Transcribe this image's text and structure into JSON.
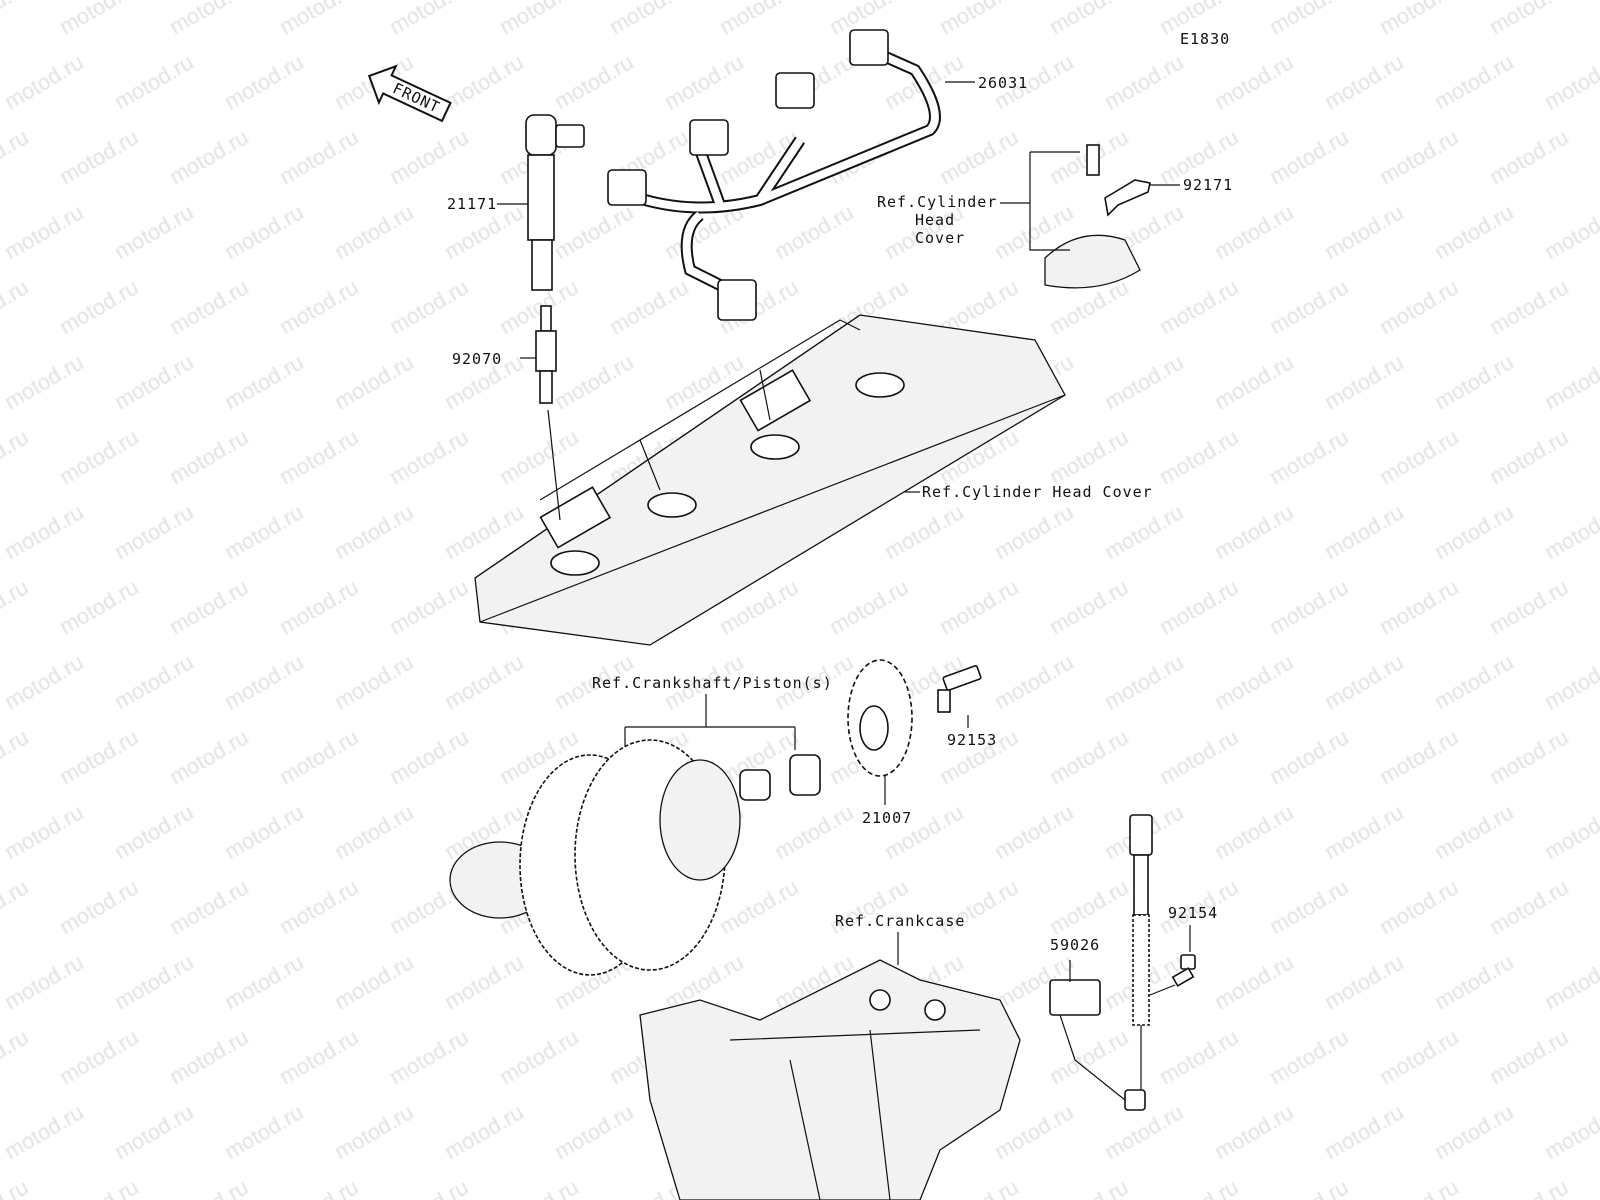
{
  "diagram_code": "E1830",
  "watermark": "motod.ru",
  "front_arrow_label": "FRONT",
  "callouts": {
    "harness": "26031",
    "ignition_coil": "21171",
    "spark_plug": "92070",
    "bracket": "92171",
    "ref_cyl_head_cover_small": [
      "Ref.Cylinder",
      "Head",
      "Cover"
    ],
    "ref_cyl_head_cover": "Ref.Cylinder Head Cover",
    "ref_crankshaft": "Ref.Crankshaft/Piston(s)",
    "bolt": "92153",
    "timing_rotor": "21007",
    "ref_crankcase": "Ref.Crankcase",
    "sensor": "59026",
    "sensor_bolt": "92154"
  }
}
